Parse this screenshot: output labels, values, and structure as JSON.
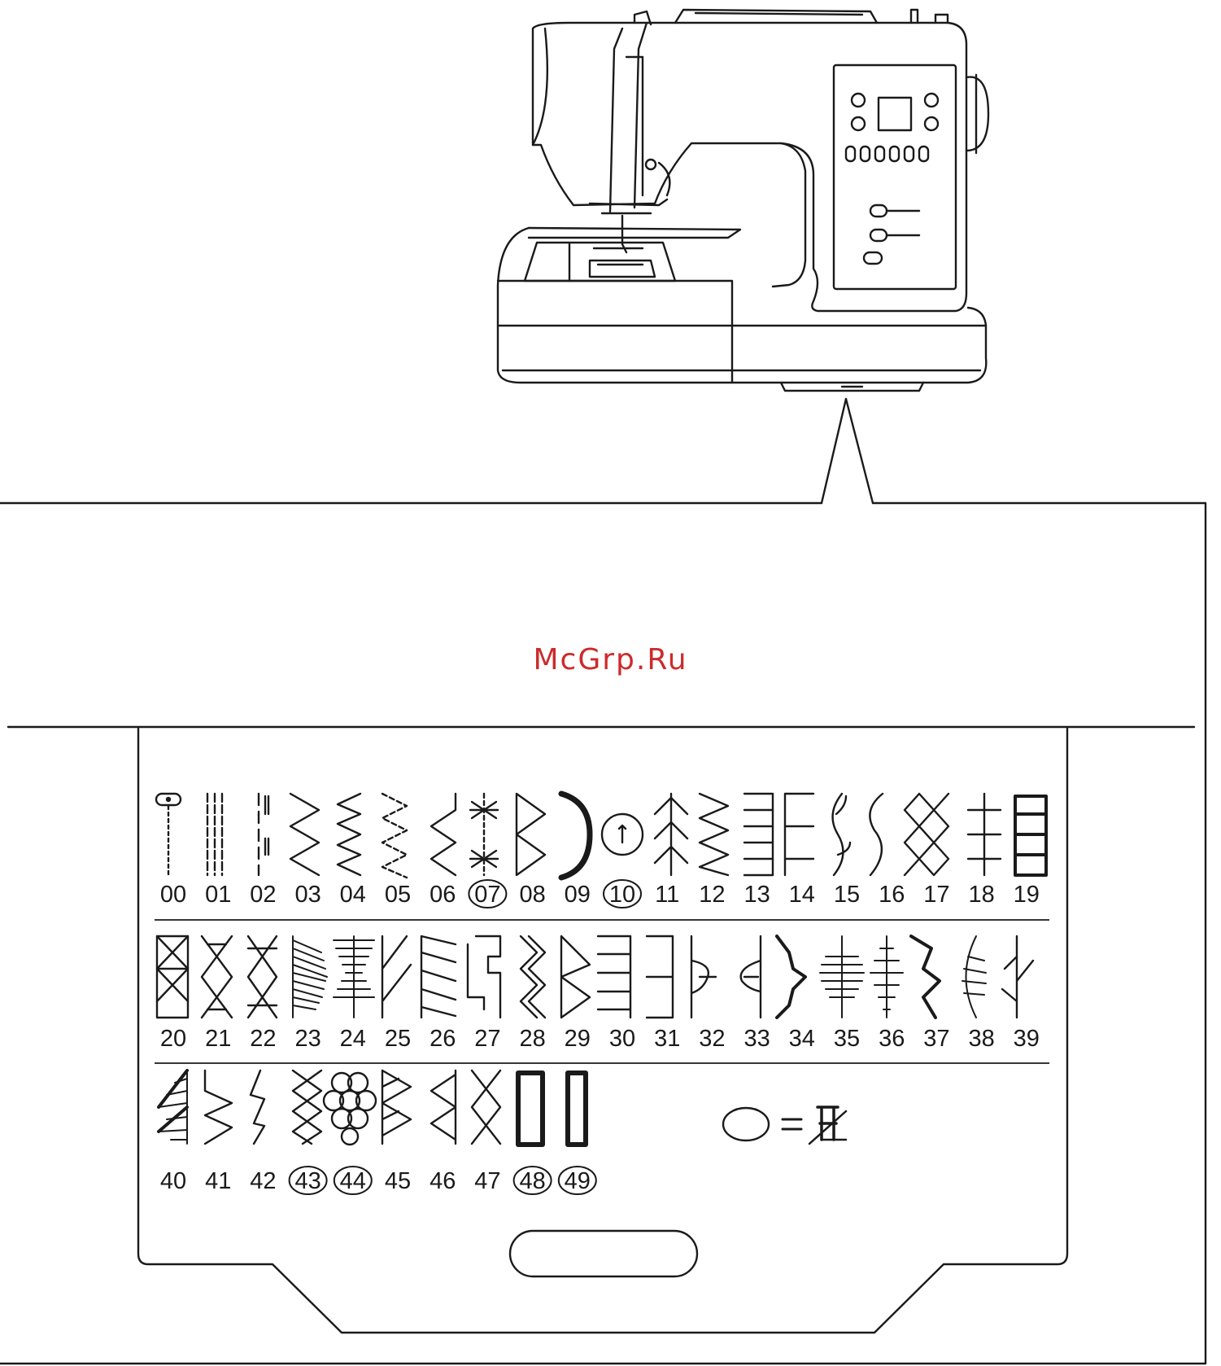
{
  "watermark": "McGrp.Ru",
  "stitch_rows": [
    {
      "numbers": [
        "00",
        "01",
        "02",
        "03",
        "04",
        "05",
        "06",
        "07",
        "08",
        "09",
        "10",
        "11",
        "12",
        "13",
        "14",
        "15",
        "16",
        "17",
        "18",
        "19"
      ],
      "circled": [
        "07",
        "10"
      ]
    },
    {
      "numbers": [
        "20",
        "21",
        "22",
        "23",
        "24",
        "25",
        "26",
        "27",
        "28",
        "29",
        "30",
        "31",
        "32",
        "33",
        "34",
        "35",
        "36",
        "37",
        "38",
        "39"
      ],
      "circled": []
    },
    {
      "numbers": [
        "40",
        "41",
        "42",
        "43",
        "44",
        "45",
        "46",
        "47",
        "48",
        "49"
      ],
      "circled": [
        "43",
        "44",
        "48",
        "49"
      ]
    }
  ],
  "legend": {
    "equals": "=",
    "icon": "presser-foot-icon"
  },
  "icons": [
    "sewing-machine-icon",
    "presser-foot-icon"
  ],
  "colors": {
    "line": "#1a1a1a",
    "watermark": "#cc2b2b"
  }
}
